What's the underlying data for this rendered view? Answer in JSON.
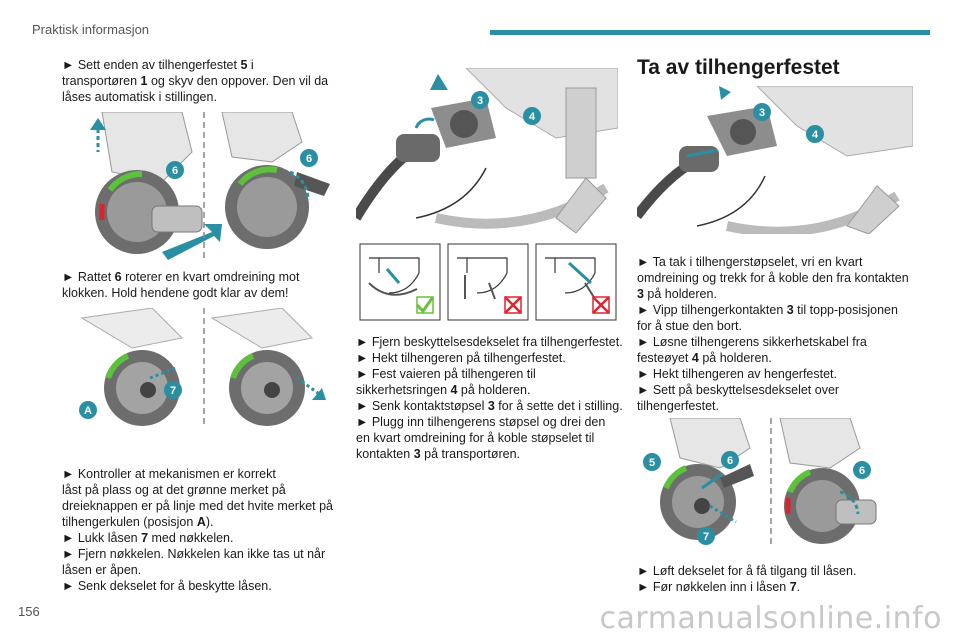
{
  "header": {
    "section": "Praktisk informasjon",
    "accent_color": "#2b8fa3"
  },
  "page_number": "156",
  "watermark": "carmanualsonline.info",
  "col1": {
    "p1": [
      [
        {
          "t": "► Sett enden av tilhengerfestet "
        },
        {
          "t": "5",
          "b": true
        },
        {
          "t": " i"
        }
      ],
      [
        {
          "t": "transportøren "
        },
        {
          "t": "1",
          "b": true
        },
        {
          "t": " og skyv den oppover. Den vil da"
        }
      ],
      [
        {
          "t": "låses automatisk i stillingen."
        }
      ]
    ],
    "p2": [
      [
        {
          "t": "► Rattet "
        },
        {
          "t": "6",
          "b": true
        },
        {
          "t": " roterer en kvart omdreining mot"
        }
      ],
      [
        {
          "t": "klokken. Hold hendene godt klar av dem!"
        }
      ]
    ],
    "p3": [
      [
        {
          "t": "► Kontroller at mekanismen er korrekt"
        }
      ],
      [
        {
          "t": "låst på plass og at det grønne merket på"
        }
      ],
      [
        {
          "t": "dreieknappen er på linje med det hvite merket på"
        }
      ],
      [
        {
          "t": "tilhengerkulen (posisjon "
        },
        {
          "t": "A",
          "b": true
        },
        {
          "t": ")."
        }
      ],
      [
        {
          "t": "► Lukk låsen "
        },
        {
          "t": "7",
          "b": true
        },
        {
          "t": " med nøkkelen."
        }
      ],
      [
        {
          "t": "► Fjern nøkkelen. Nøkkelen kan ikke tas ut når"
        }
      ],
      [
        {
          "t": "låsen er åpen."
        }
      ],
      [
        {
          "t": "► Senk dekselet for å beskytte låsen."
        }
      ]
    ]
  },
  "col2": {
    "p1": [
      [
        {
          "t": "► Fjern beskyttelsesdekselet fra tilhengerfestet."
        }
      ],
      [
        {
          "t": "► Hekt tilhengeren på tilhengerfestet."
        }
      ],
      [
        {
          "t": "► Fest vaieren på tilhengeren til"
        }
      ],
      [
        {
          "t": "sikkerhetsringen "
        },
        {
          "t": "4",
          "b": true
        },
        {
          "t": " på holderen."
        }
      ],
      [
        {
          "t": "► Senk kontaktstøpsel "
        },
        {
          "t": "3",
          "b": true
        },
        {
          "t": " for å sette det i stilling."
        }
      ],
      [
        {
          "t": "► Plugg inn tilhengerens støpsel og drei den"
        }
      ],
      [
        {
          "t": "en kvart omdreining for å koble støpselet til"
        }
      ],
      [
        {
          "t": "kontakten "
        },
        {
          "t": "3",
          "b": true
        },
        {
          "t": " på transportøren."
        }
      ]
    ]
  },
  "col3": {
    "title": "Ta av tilhengerfestet",
    "p1": [
      [
        {
          "t": "► Ta tak i tilhengerstøpselet, vri en kvart"
        }
      ],
      [
        {
          "t": "omdreining og trekk for å koble den fra kontakten"
        }
      ],
      [
        {
          "t": "3",
          "b": true
        },
        {
          "t": " på holderen."
        }
      ],
      [
        {
          "t": "► Vipp tilhengerkontakten "
        },
        {
          "t": "3",
          "b": true
        },
        {
          "t": " til topp-posisjonen"
        }
      ],
      [
        {
          "t": "for å stue den bort."
        }
      ],
      [
        {
          "t": "► Løsne tilhengerens sikkerhetskabel fra"
        }
      ],
      [
        {
          "t": "festeøyet "
        },
        {
          "t": "4",
          "b": true
        },
        {
          "t": " på holderen."
        }
      ],
      [
        {
          "t": "► Hekt tilhengeren av hengerfestet."
        }
      ],
      [
        {
          "t": "► Sett på beskyttelsesdekselet over"
        }
      ],
      [
        {
          "t": "tilhengerfestet."
        }
      ]
    ],
    "p2": [
      [
        {
          "t": "► Løft dekselet for å få tilgang til låsen."
        }
      ],
      [
        {
          "t": "► Før nøkkelen inn i låsen "
        },
        {
          "t": "7",
          "b": true
        },
        {
          "t": "."
        }
      ]
    ]
  },
  "callouts": {
    "fig1a": "6",
    "fig1b": "6",
    "fig2a": "7",
    "fig2a_pos": "A",
    "fig3a": "3",
    "fig3b": "4",
    "fig4a": "3",
    "fig4b": "4",
    "fig5a1": "5",
    "fig5a2": "6",
    "fig5a3": "7",
    "fig5b": "6"
  },
  "colors": {
    "callout": "#2b8fa3",
    "arrow": "#2b8fa3",
    "ok": "#6abf3b",
    "bad": "#e0242f"
  }
}
